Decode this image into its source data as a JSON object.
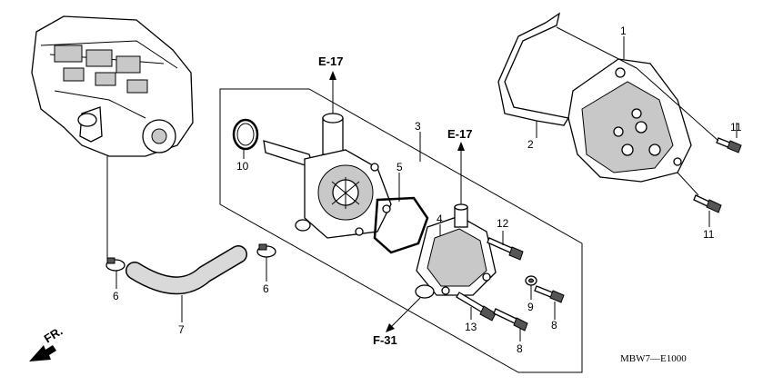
{
  "diagram": {
    "code": "MBW7—E1000",
    "front_label": "FR.",
    "refs": {
      "e17_upper": "E-17",
      "e17_lower": "E-17",
      "f31": "F-31"
    },
    "callouts": {
      "p1": "1",
      "p2": "2",
      "p3": "3",
      "p4": "4",
      "p5": "5",
      "p6a": "6",
      "p6b": "6",
      "p7": "7",
      "p8a": "8",
      "p8b": "8",
      "p9": "9",
      "p10": "10",
      "p11a": "11",
      "p11b": "11",
      "p12": "12",
      "p13": "13"
    }
  }
}
